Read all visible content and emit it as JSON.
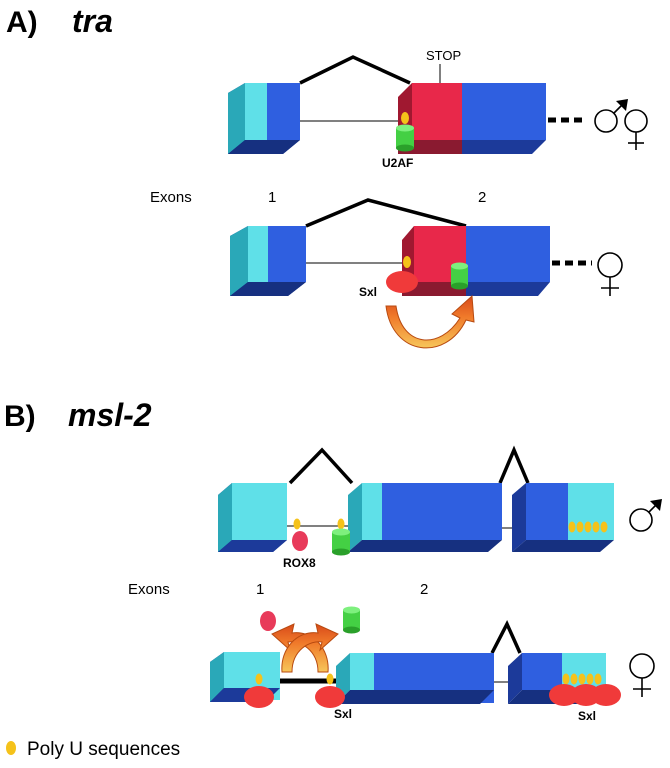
{
  "panel_a": {
    "letter": "A)",
    "gene": "tra",
    "stop_label": "STOP",
    "u2af_label": "U2AF",
    "exons_label": "Exons",
    "exon1": "1",
    "exon2": "2",
    "sxl_label": "Sxl"
  },
  "panel_b": {
    "letter": "B)",
    "gene": "msl-2",
    "rox8_label": "ROX8",
    "exons_label": "Exons",
    "exon1": "1",
    "exon2": "2",
    "sxl_left": "Sxl",
    "sxl_right": "Sxl"
  },
  "legend": {
    "poly_u": "Poly U sequences"
  },
  "colors": {
    "exon_blue": "#2f5fe0",
    "exon_cyan": "#5fe0e8",
    "exon_red": "#e8284a",
    "sxl_red": "#f03a3a",
    "u2af_green": "#44d044",
    "poly_u_yellow": "#f5c21a",
    "arrow_orange": "#f07a2a",
    "rox8_pink": "#e83a5a"
  }
}
